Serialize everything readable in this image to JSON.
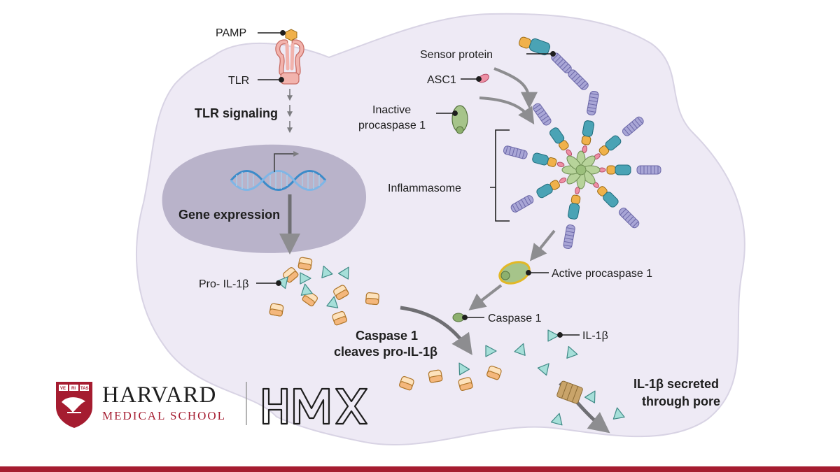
{
  "colors": {
    "cell_fill": "#eeeaf5",
    "cell_stroke": "#d8d3e4",
    "nucleus": "#b9b3ca",
    "arrow": "#7c7c80",
    "harvard_crimson": "#a51c30",
    "tlr_pink": "#f2b3ad",
    "pamp_orange": "#f0b14a",
    "sensor_blue": "#4aa3b5",
    "sensor_lavender": "#a9a6d6",
    "procaspase_green": "#a6c48a",
    "asc_pink": "#ee8fa4",
    "il1b_teal": "#a6dfd9",
    "pro_il1b_orange": "#f5c89a"
  },
  "labels": {
    "pamp": "PAMP",
    "tlr": "TLR",
    "tlr_signaling": "TLR signaling",
    "gene_expression": "Gene expression",
    "pro_il1b": "Pro- IL-1β",
    "sensor_protein": "Sensor protein",
    "asc1": "ASC1",
    "inactive_line1": "Inactive",
    "inactive_line2": "procaspase 1",
    "inflammasome": "Inflammasome",
    "active_procaspase": "Active procaspase 1",
    "caspase1": "Caspase 1",
    "il1b": "IL-1β",
    "cleaves_line1": "Caspase 1",
    "cleaves_line2": "cleaves pro-IL-1β",
    "secreted_line1": "IL-1β secreted",
    "secreted_line2": "through pore"
  },
  "branding": {
    "harvard": "HARVARD",
    "medical_school": "MEDICAL SCHOOL",
    "hmx": "HMX",
    "shield_letters": [
      "VE",
      "RI",
      "TAS"
    ]
  },
  "icons": {
    "shield": "harvard-shield-icon",
    "dna": "dna-helix-icon",
    "transcription": "transcription-start-arrow-icon"
  }
}
